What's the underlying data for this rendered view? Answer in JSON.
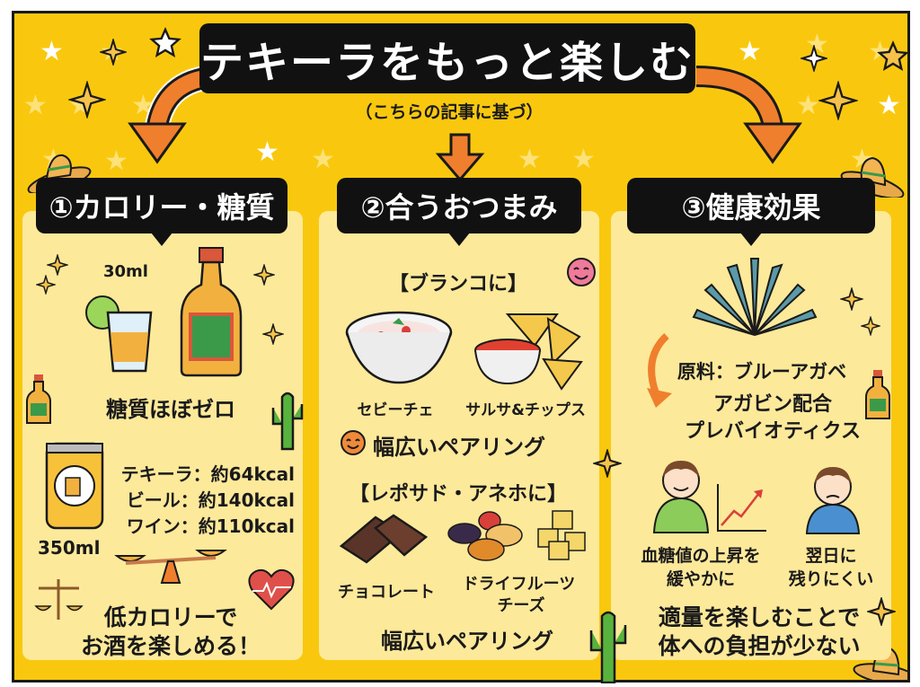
{
  "title": "テキーラをもっと楽しむ",
  "subtitle": "（こちらの記事に基づ）",
  "colors": {
    "background": "#f9c80e",
    "panel": "#fde99a",
    "header": "#111111",
    "arrow": "#ef7f2d"
  },
  "sections": [
    {
      "header": "①カロリー・糖質",
      "shot_volume": "30ml",
      "sugar_note": "糖質ほぼゼロ",
      "can_volume": "350ml",
      "calories": [
        {
          "label": "テキーラ：約64kcal"
        },
        {
          "label": "ビール：約140kcal"
        },
        {
          "label": "ワイン：約110kcal"
        }
      ],
      "conclusion_line1": "低カロリーで",
      "conclusion_line2": "お酒を楽しめる！"
    },
    {
      "header": "②合うおつまみ",
      "blanco_heading": "【ブランコに】",
      "blanco_items": [
        "セビーチェ",
        "サルサ&チップス"
      ],
      "blanco_note": "幅広いペアリング",
      "aged_heading": "【レポサド・アネホに】",
      "aged_items": [
        "チョコレート",
        "ドライフルーツ",
        "チーズ"
      ],
      "aged_note": "幅広いペアリング"
    },
    {
      "header": "③健康効果",
      "ingredient": "原料：ブルーアガベ",
      "agavin_line1": "アガビン配合",
      "agavin_line2": "プレバイオティクス",
      "benefits": [
        {
          "line1": "血糖値の上昇を",
          "line2": "緩やかに"
        },
        {
          "line1": "翌日に",
          "line2": "残りにくい"
        }
      ],
      "conclusion_line1": "適量を楽しむことで",
      "conclusion_line2": "体への負担が少ない"
    }
  ]
}
